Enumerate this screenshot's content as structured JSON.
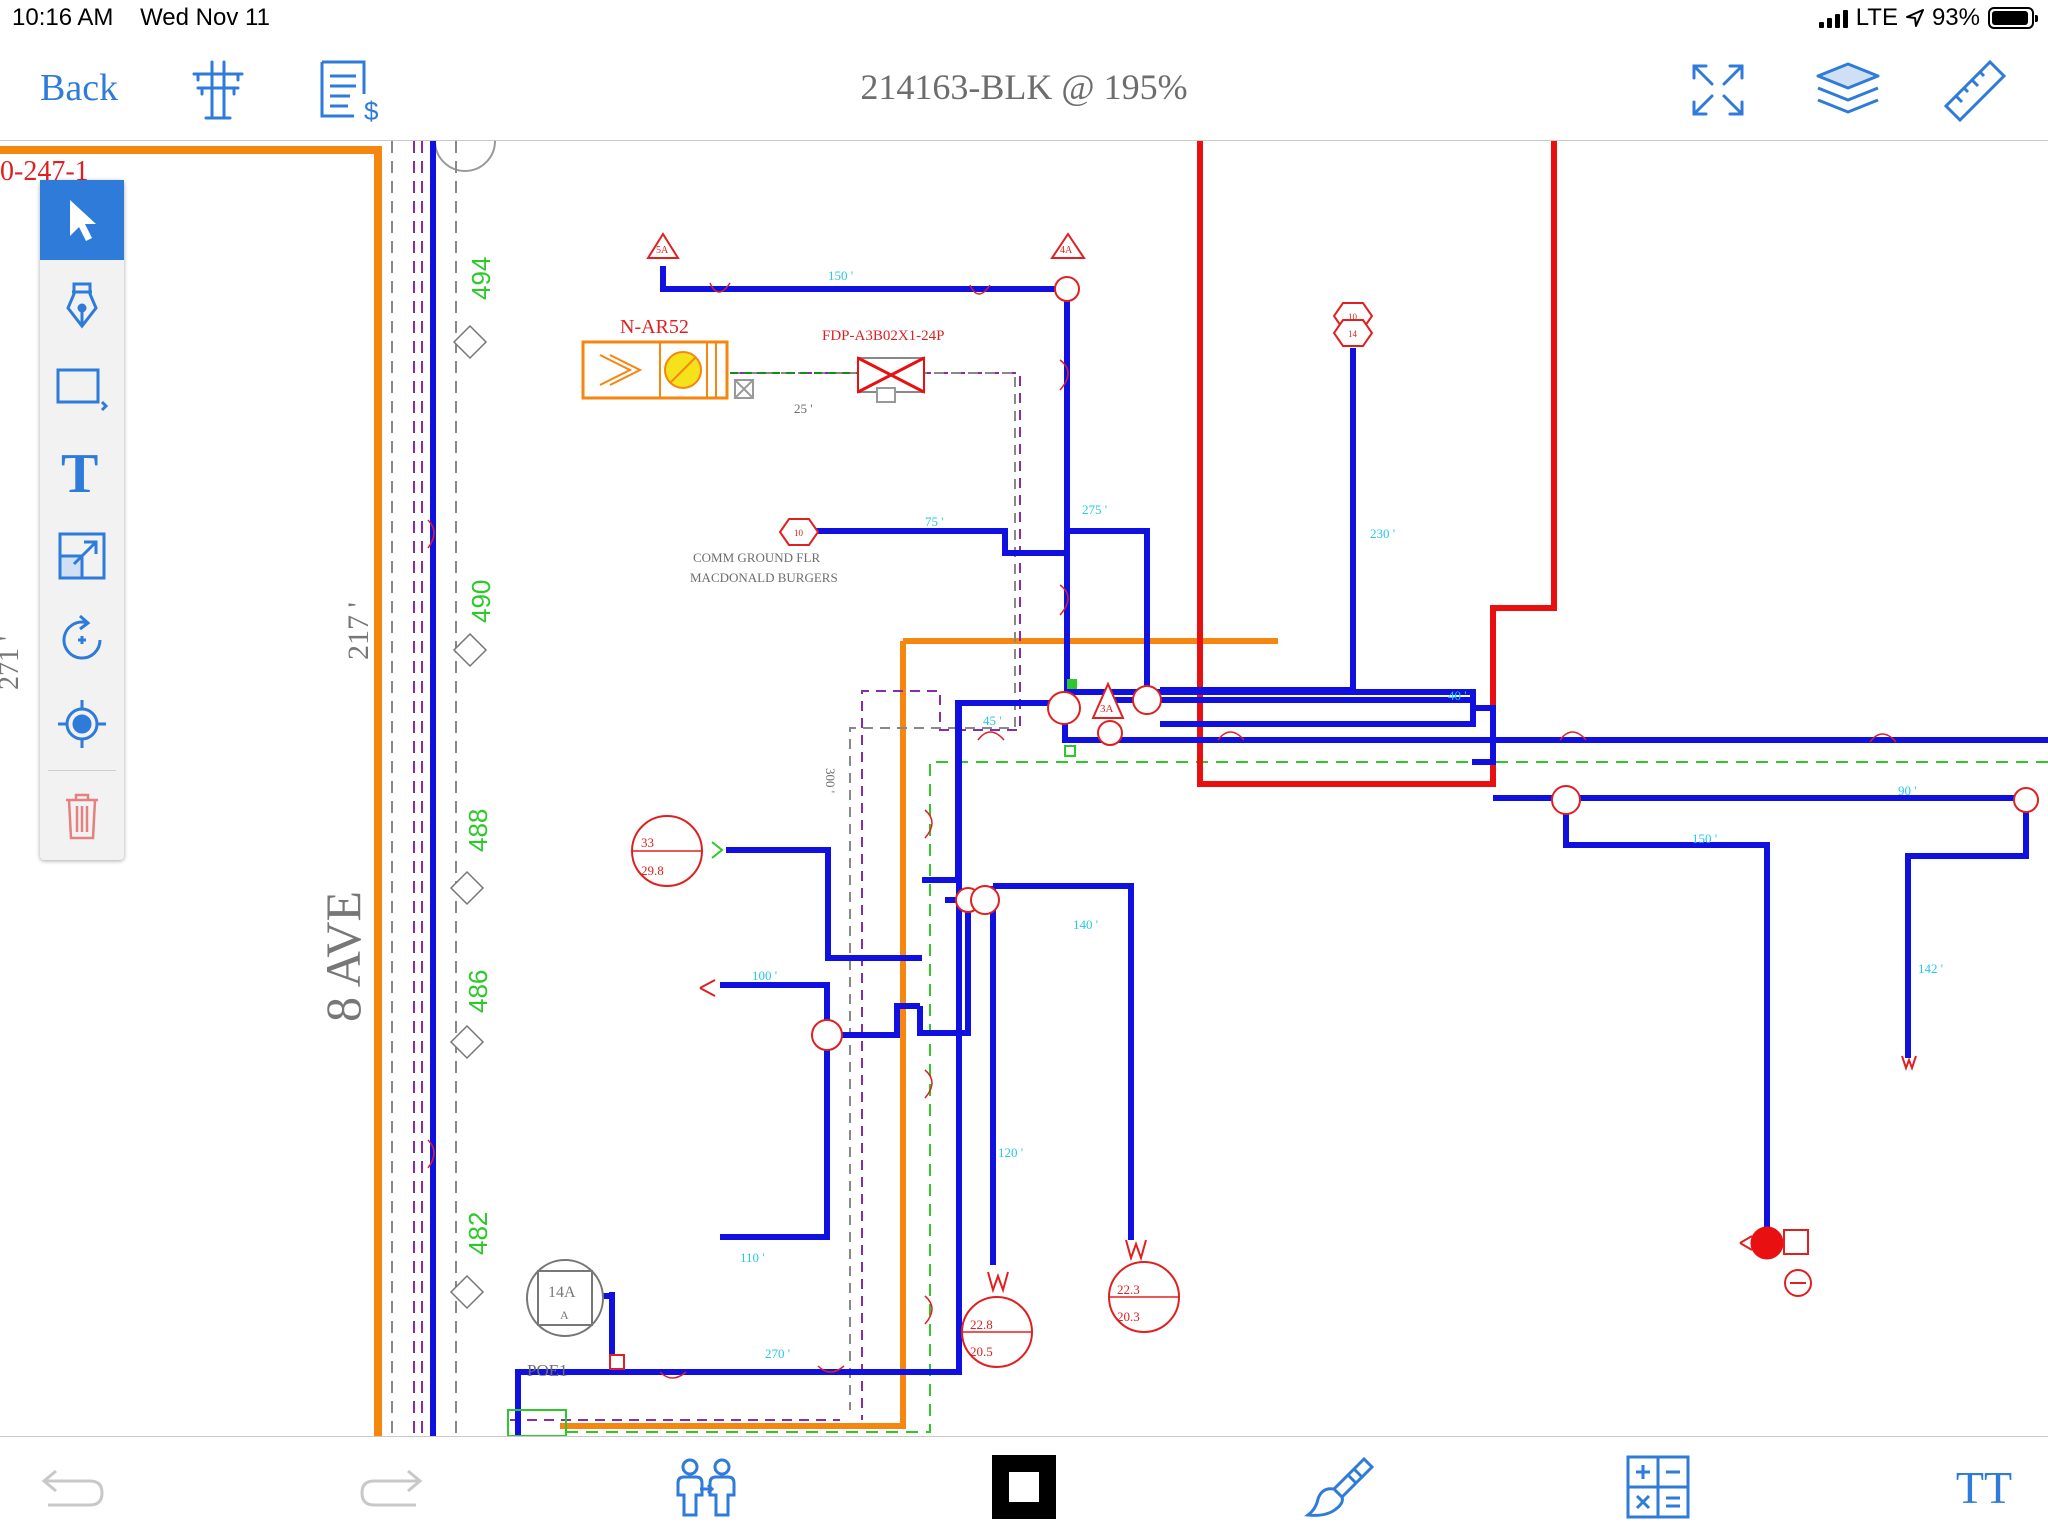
{
  "status_bar": {
    "time": "10:16 AM",
    "date": "Wed Nov 11",
    "network": "LTE",
    "battery": "93%"
  },
  "nav": {
    "back_label": "Back",
    "title": "214163-BLK @ 195%"
  },
  "nav_icons": [
    "utility-pole-icon",
    "estimate-sheet-icon",
    "fullscreen-icon",
    "layers-icon",
    "ruler-icon"
  ],
  "tools": [
    "select-arrow-icon",
    "pen-icon",
    "rectangle-icon",
    "text-tool-icon",
    "resize-icon",
    "rotate-icon",
    "target-icon",
    "trash-icon"
  ],
  "bottom_icons": [
    "undo-icon",
    "redo-icon",
    "people-icon",
    "stop-square-icon",
    "paint-brush-icon",
    "calculator-icon",
    "text-size-icon"
  ],
  "bottom": {
    "text_size_label": "TT"
  },
  "colors": {
    "accent": "#2f7bd9",
    "cable": "#1010e0",
    "boundary": "#f5860f",
    "road": "#e81010",
    "annotation": "#e02020",
    "footage": "#25c9e6",
    "address": "#2dc829"
  },
  "drawing": {
    "page_ref": "0-247-1",
    "street_name": "8 AVE",
    "street_length": "217 '",
    "edge_length": "271 '",
    "addresses": [
      "494",
      "490",
      "488",
      "486",
      "482"
    ],
    "node_labels": {
      "nar": "N-AR52",
      "fdp": "FDP-A3B02X1-24P",
      "poe": "POE1"
    },
    "note_lines": [
      "COMM GROUND FLR",
      "MACDONALD BURGERS"
    ],
    "triangles": [
      "5A",
      "4A",
      "3A"
    ],
    "hexagons": [
      "10",
      "14",
      "10"
    ],
    "tap": {
      "top": "14A",
      "bottom": "A"
    },
    "footages": [
      "150 '",
      "25 '",
      "75 '",
      "275 '",
      "230 '",
      "45 '",
      "40 '",
      "300 '",
      "100 '",
      "140 '",
      "120 '",
      "110 '",
      "270 '",
      "150 '",
      "90 '",
      "142 '"
    ],
    "circle_values": [
      {
        "top": "33",
        "bottom": "29.8"
      },
      {
        "top": "22.8",
        "bottom": "20.5"
      },
      {
        "top": "22.3",
        "bottom": "20.3"
      }
    ]
  }
}
